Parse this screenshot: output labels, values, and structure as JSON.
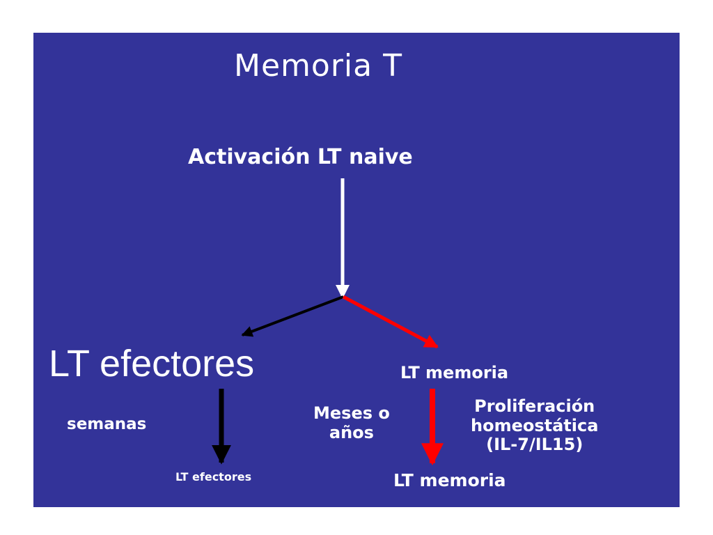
{
  "slide": {
    "title": "Memoria T",
    "background_color": "#333399",
    "nodes": {
      "activation": "Activación LT naive",
      "effectors_big": "LT efectores",
      "memory_mid": "LT memoria",
      "effectors_small": "LT efectores",
      "memory_bottom": "LT memoria"
    },
    "labels": {
      "weeks": "semanas",
      "months_years": "Meses o\naños",
      "proliferation": "Proliferación\nhomeostática\n(IL-7/IL15)"
    },
    "arrow_colors": {
      "activation": "#ffffff",
      "effector": "#000000",
      "memory": "#ff0000"
    }
  }
}
